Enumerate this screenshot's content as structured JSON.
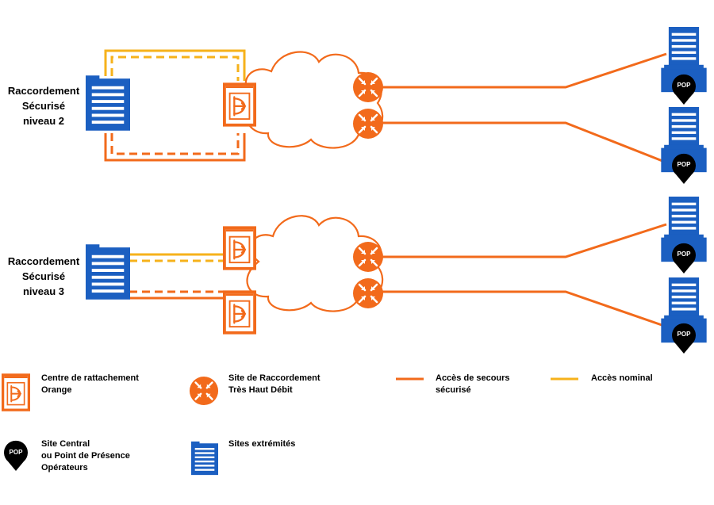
{
  "rows": [
    {
      "label": [
        "Raccordement",
        "Sécurisé",
        "niveau 2"
      ]
    },
    {
      "label": [
        "Raccordement",
        "Sécurisé",
        "niveau 3"
      ]
    }
  ],
  "pop_badge": "POP",
  "legend": [
    {
      "icon": "centre-rattachement-icon",
      "text": [
        "Centre de rattachement",
        "Orange"
      ]
    },
    {
      "icon": "site-raccordement-icon",
      "text": [
        "Site de Raccordement",
        "Très Haut Débit"
      ]
    },
    {
      "icon": "orange-line-icon",
      "text": [
        "Accès de secours",
        "sécurisé"
      ]
    },
    {
      "icon": "yellow-line-icon",
      "text": [
        "Accès nominal"
      ]
    },
    {
      "icon": "pop-pin-icon",
      "text": [
        "Site Central",
        "ou Point de Présence",
        "Opérateurs"
      ]
    },
    {
      "icon": "building-icon",
      "text": [
        "Sites extrémités"
      ]
    }
  ],
  "colors": {
    "orange": "#F26A1B",
    "yellow": "#F6B21B",
    "blue": "#1B5FC1",
    "black": "#000000"
  }
}
